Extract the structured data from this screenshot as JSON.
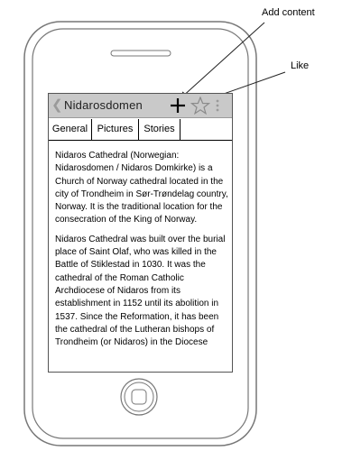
{
  "annotations": {
    "add_content": "Add content",
    "like": "Like"
  },
  "app_bar": {
    "back_icon": "chevron-left-icon",
    "title": "Nidarosdomen",
    "add_icon": "plus-icon",
    "like_icon": "star-icon",
    "menu_icon": "kebab-menu-icon"
  },
  "tabs": [
    {
      "label": "General"
    },
    {
      "label": "Pictures"
    },
    {
      "label": "Stories"
    },
    {
      "label": ""
    }
  ],
  "content": {
    "paragraphs": [
      "Nidaros Cathedral (Norwegian: Nidarosdomen / Nidaros Domkirke) is a Church of Norway cathedral located in the city of Trondheim in Sør-Trøndelag country, Norway. It is the traditional location for the consecration of the King of Norway.",
      "Nidaros Cathedral was built over the burial place of Saint Olaf, who was killed in the Battle of Stiklestad in 1030. It was the cathedral of the Roman Catholic Archdiocese of Nidaros from its establishment in 1152 until its abolition in 1537. Since the Reformation, it has been the cathedral of the Lutheran bishops of Trondheim (or Nidaros) in the Diocese"
    ]
  }
}
